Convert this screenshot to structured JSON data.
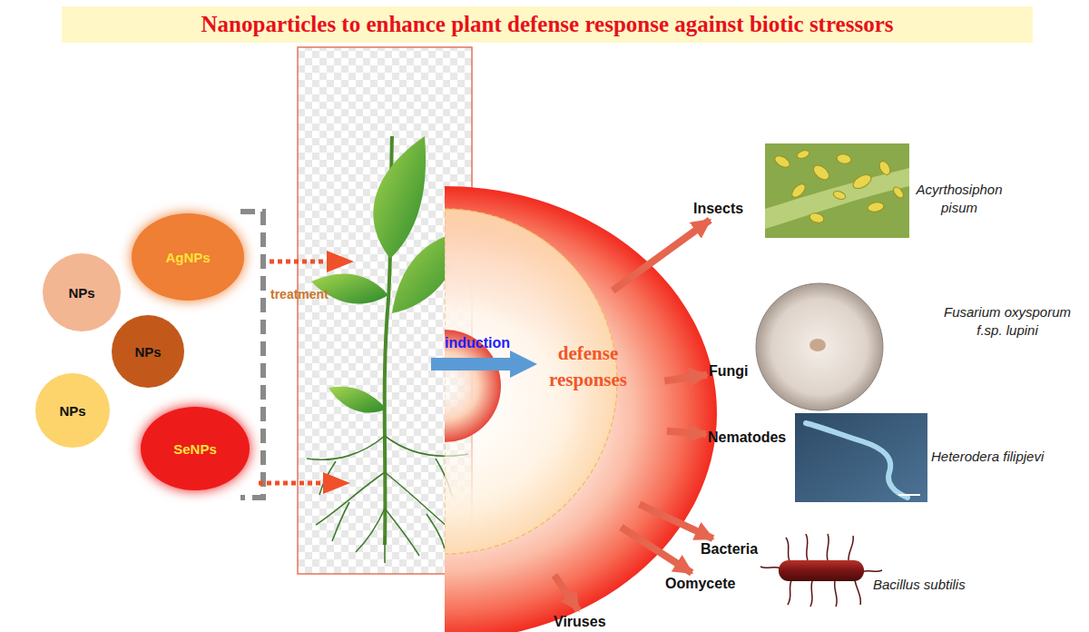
{
  "diagram": {
    "title": "Nanoparticles to enhance plant defense response against biotic stressors",
    "nodes": [
      {
        "text": [
          "NPs"
        ]
      },
      {
        "text": [
          "AgNPs"
        ]
      },
      {
        "text": [
          "NPs"
        ]
      },
      {
        "text": [
          "NPs"
        ]
      },
      {
        "text": [
          "SeNPs"
        ]
      },
      {
        "text": [
          "defense responses"
        ]
      },
      {
        "text": [
          "Insects"
        ]
      },
      {
        "text": [
          "Fungi"
        ]
      },
      {
        "text": [
          "Nematodes"
        ]
      },
      {
        "text": [
          "Bacteria"
        ]
      },
      {
        "text": [
          "Oomycete"
        ]
      },
      {
        "text": [
          "Viruses"
        ]
      }
    ],
    "edges": [
      {
        "from": 5,
        "to": 6,
        "arrow": "to"
      },
      {
        "from": 5,
        "to": 7,
        "arrow": "to"
      },
      {
        "from": 5,
        "to": 8,
        "arrow": "to"
      },
      {
        "from": 5,
        "to": 9,
        "arrow": "to"
      },
      {
        "from": 5,
        "to": 10,
        "arrow": "to"
      },
      {
        "from": 5,
        "to": 11,
        "arrow": "to"
      }
    ],
    "labels": [
      "treatment",
      "induction",
      "Acyrthosiphon pisum",
      "Fusarium oxysporum f.sp. lupini",
      "Heterodera filipjevi",
      "Bacillus subtilis"
    ]
  }
}
